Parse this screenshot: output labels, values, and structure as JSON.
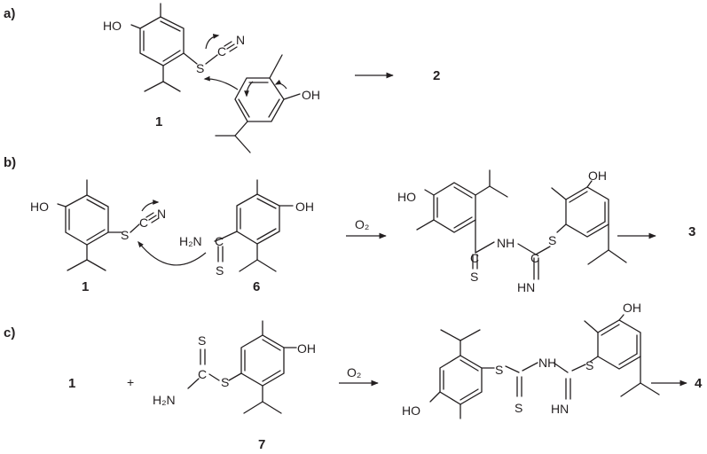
{
  "colors": {
    "ink": "#231f20",
    "background": "#ffffff"
  },
  "parts": {
    "a": "a)",
    "b": "b)",
    "c": "c)"
  },
  "compounds": {
    "c1": "1",
    "c2": "2",
    "c3": "3",
    "c4": "4",
    "c6": "6",
    "c7": "7"
  },
  "atoms": {
    "HO": "HO",
    "OH": "OH",
    "S": "S",
    "C": "C",
    "N": "N",
    "H2N": "H₂N",
    "NH": "NH",
    "HN": "HN",
    "O2": "O₂"
  },
  "plus": "+"
}
